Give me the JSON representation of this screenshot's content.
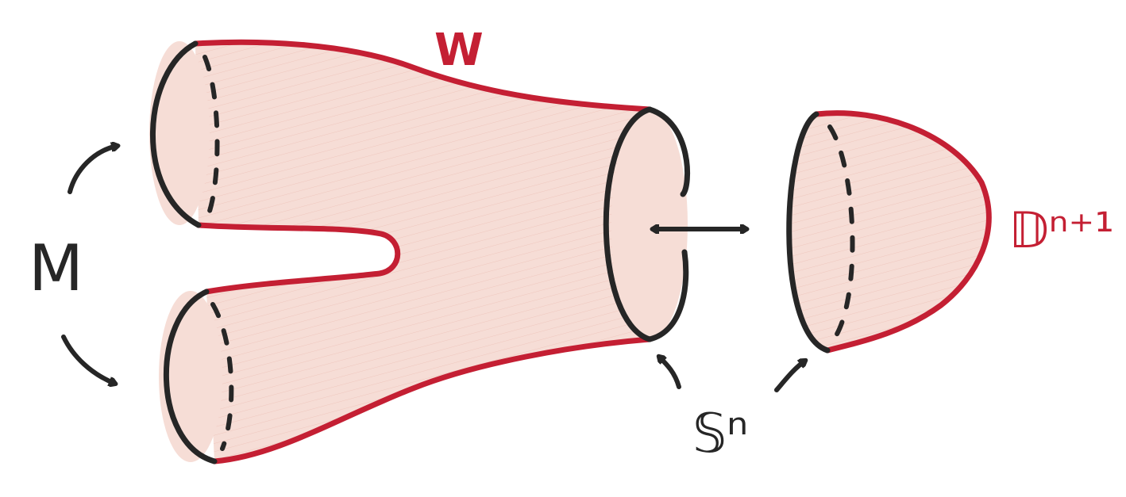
{
  "labels": {
    "cobordism": "W",
    "boundary_manifold": "M",
    "sphere": "𝕊ⁿ",
    "disk": "𝔻ⁿ⁺¹"
  },
  "colors": {
    "red_outline": "#c41f33",
    "black_outline": "#262626",
    "shading": "#f6ddd6",
    "red_label": "#c41f33",
    "black_label": "#262626"
  }
}
